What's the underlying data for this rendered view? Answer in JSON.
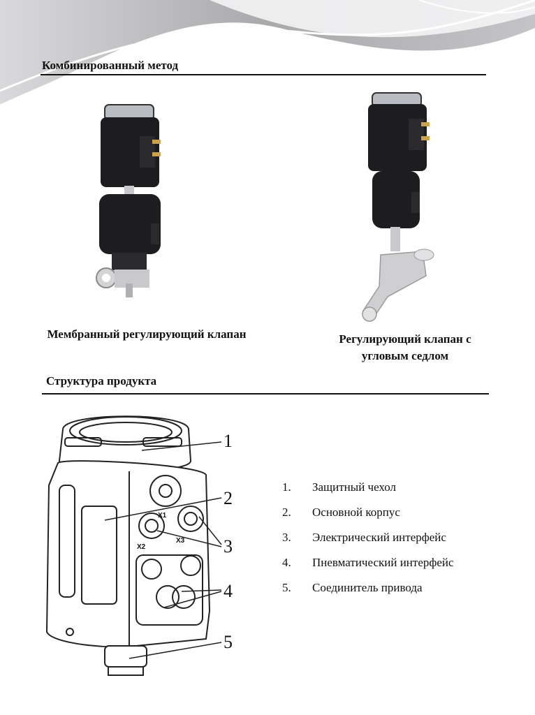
{
  "section_combined": {
    "title": "Комбинированный метод"
  },
  "products": [
    {
      "caption": "Мембранный регулирующий клапан"
    },
    {
      "caption_line1": "Регулирующий клапан с",
      "caption_line2": "угловым седлом"
    }
  ],
  "section_structure": {
    "title": "Структура продукта"
  },
  "diagram": {
    "port_labels": [
      "X1",
      "X2",
      "X3"
    ],
    "callouts": [
      "1",
      "2",
      "3",
      "4",
      "5"
    ]
  },
  "legend": [
    {
      "num": "1.",
      "label": "Защитный чехол"
    },
    {
      "num": "2.",
      "label": "Основной корпус"
    },
    {
      "num": "3.",
      "label": "Электрический интерфейс"
    },
    {
      "num": "4.",
      "label": "Пневматический интерфейс"
    },
    {
      "num": "5.",
      "label": "Соединитель привода"
    }
  ],
  "colors": {
    "header_gray": "#b9b9bc",
    "actuator_black": "#1d1d1f",
    "steel": "#c9c9cc"
  }
}
